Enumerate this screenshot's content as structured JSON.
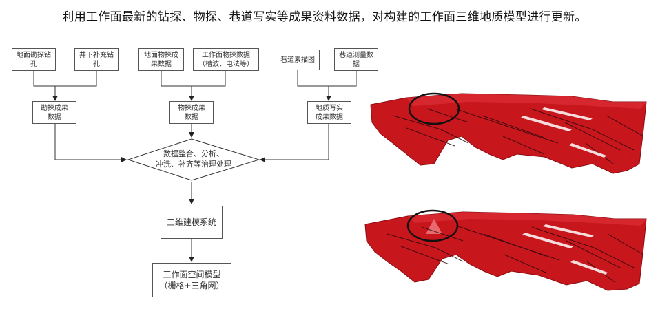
{
  "title": "利用工作面最新的钻探、物探、巷道写实等成果资料数据，对构建的工作面三维地质模型进行更新。",
  "flowchart": {
    "sources": [
      {
        "label": "地面勘探钻\n孔"
      },
      {
        "label": "井下补充钻\n孔"
      },
      {
        "label": "地面物探成\n果数据"
      },
      {
        "label": "工作面物探数据\n（槽波、电法等）"
      },
      {
        "label": "巷道素描图"
      },
      {
        "label": "巷道测量数\n据"
      }
    ],
    "results": [
      {
        "label": "勘探成果\n数据"
      },
      {
        "label": "物探成果\n数据"
      },
      {
        "label": "地质写实\n成果数据"
      }
    ],
    "process": "数据整合、分析、\n冲洗、补齐等治理处理",
    "system": "三维建模系统",
    "output": "工作面空间模型\n（栅格+三角网）"
  },
  "models": {
    "surface_color": "#c8161d",
    "highlight_color": "#111111"
  }
}
